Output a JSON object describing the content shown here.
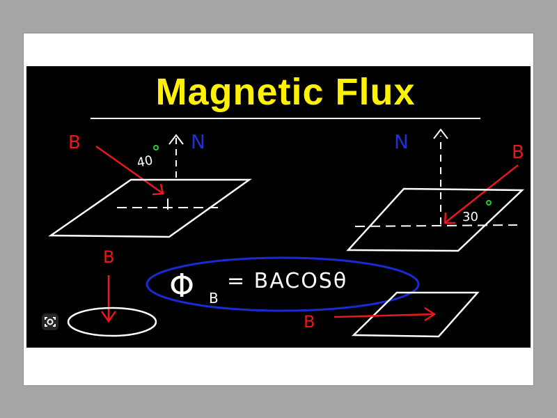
{
  "title": "Magnetic Flux",
  "labels": {
    "b_left_top": "B",
    "n_left": "N",
    "angle_left": "40°",
    "n_right": "N",
    "b_right_top": "B",
    "angle_right": "30°",
    "b_left_bottom": "B",
    "b_right_bottom": "B"
  },
  "formula": {
    "phi": "Φ",
    "subscript": "B",
    "rhs": "= BACOSθ"
  },
  "colors": {
    "background": "#000000",
    "title": "#fff200",
    "field": "#e8191c",
    "normal": "#1f2fd9",
    "chalk": "#ffffff",
    "degree": "#22cc33",
    "formula_ring": "#1a2bd4"
  },
  "icons": {
    "lens": "lens-search-icon"
  }
}
